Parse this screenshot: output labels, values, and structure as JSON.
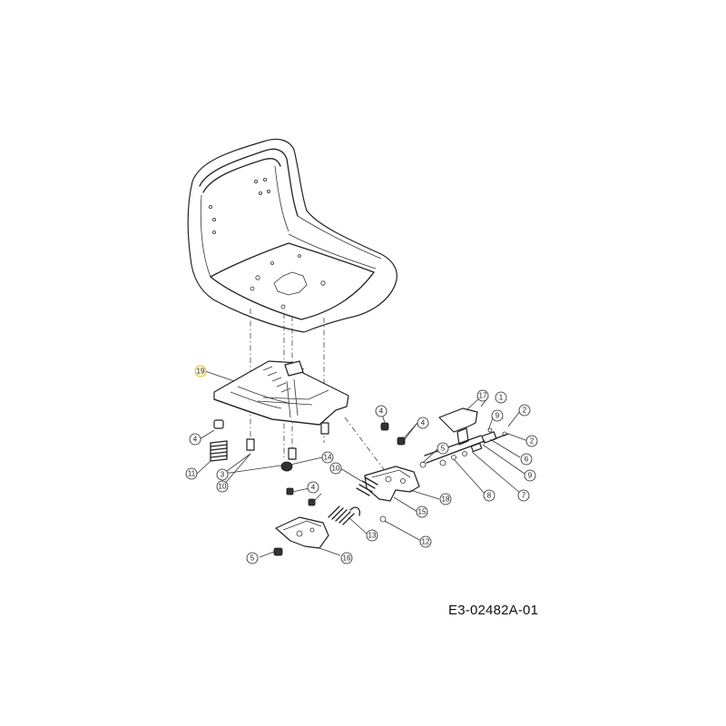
{
  "drawing_code": "E3-02482A-01",
  "callouts": [
    {
      "id": "c19",
      "label": "19"
    },
    {
      "id": "c4a",
      "label": "4"
    },
    {
      "id": "c11",
      "label": "11"
    },
    {
      "id": "c3",
      "label": "3"
    },
    {
      "id": "c10a",
      "label": "10"
    },
    {
      "id": "c14",
      "label": "14"
    },
    {
      "id": "c4b",
      "label": "4"
    },
    {
      "id": "c4c",
      "label": "4"
    },
    {
      "id": "c4d",
      "label": "4"
    },
    {
      "id": "c17",
      "label": "17"
    },
    {
      "id": "c1",
      "label": "1"
    },
    {
      "id": "c9a",
      "label": "9"
    },
    {
      "id": "c2a",
      "label": "2"
    },
    {
      "id": "c2b",
      "label": "2"
    },
    {
      "id": "c6",
      "label": "6"
    },
    {
      "id": "c9b",
      "label": "9"
    },
    {
      "id": "c7",
      "label": "7"
    },
    {
      "id": "c8",
      "label": "8"
    },
    {
      "id": "c5a",
      "label": "5"
    },
    {
      "id": "c10b",
      "label": "10"
    },
    {
      "id": "c18",
      "label": "18"
    },
    {
      "id": "c15",
      "label": "15"
    },
    {
      "id": "c12",
      "label": "12"
    },
    {
      "id": "c13",
      "label": "13"
    },
    {
      "id": "c5b",
      "label": "5"
    },
    {
      "id": "c16",
      "label": "16"
    }
  ]
}
